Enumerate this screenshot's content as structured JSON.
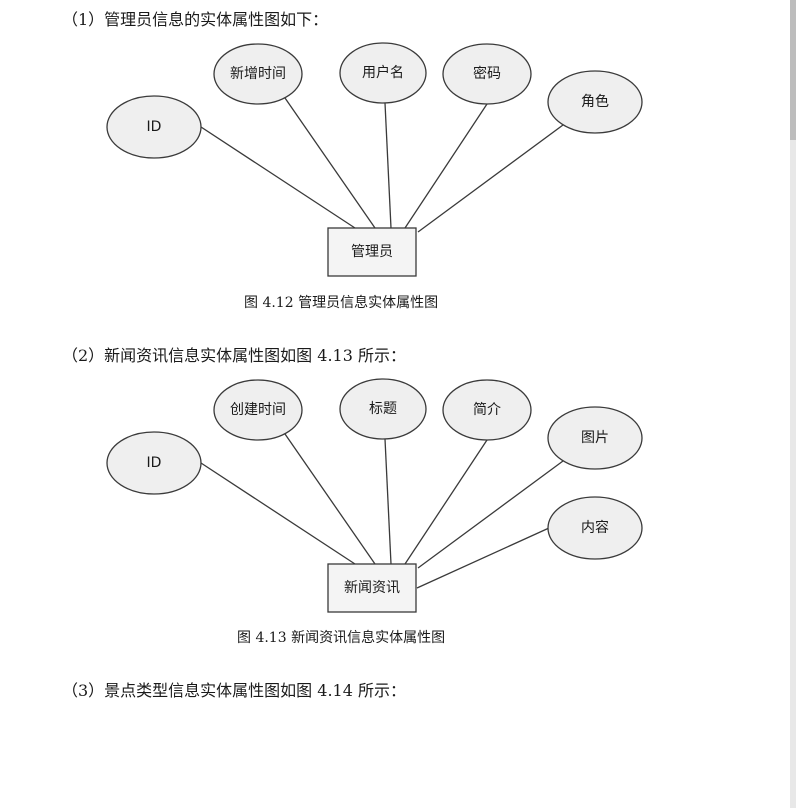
{
  "sections": [
    {
      "heading": "（1）管理员信息的实体属性图如下：",
      "entity": "管理员",
      "attributes": [
        "ID",
        "新增时间",
        "用户名",
        "密码",
        "角色"
      ],
      "caption": "图 4.12   管理员信息实体属性图"
    },
    {
      "heading": "（2）新闻资讯信息实体属性图如图 4.13 所示：",
      "entity": "新闻资讯",
      "attributes": [
        "ID",
        "创建时间",
        "标题",
        "简介",
        "图片",
        "内容"
      ],
      "caption": "图 4.13   新闻资讯信息实体属性图"
    },
    {
      "heading": "（3）景点类型信息实体属性图如图 4.14 所示："
    }
  ],
  "colors": {
    "ellipse_fill": "#efefef",
    "stroke": "#3a3a3a",
    "entity_fill": "#f4f4f4"
  }
}
